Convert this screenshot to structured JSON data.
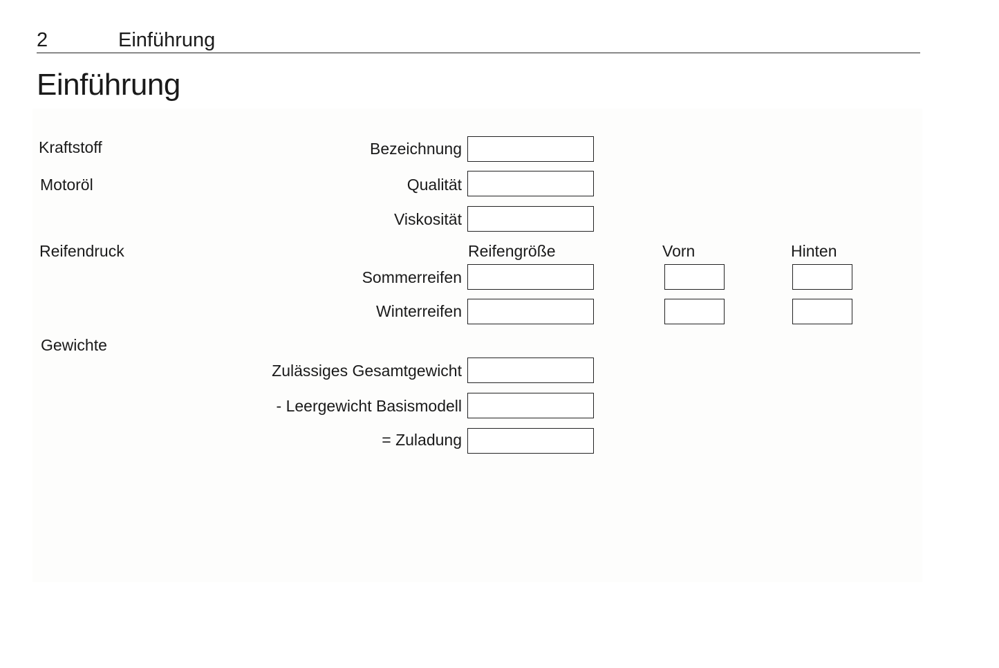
{
  "header": {
    "page_number": "2",
    "section": "Einführung"
  },
  "title": "Einführung",
  "sections": {
    "fuel": "Kraftstoff",
    "oil": "Motoröl",
    "tire": "Reifendruck",
    "weights": "Gewichte"
  },
  "fields": {
    "designation": "Bezeichnung",
    "quality": "Qualität",
    "viscosity": "Viskosität",
    "summer": "Sommerreifen",
    "winter": "Winterreifen",
    "gross": "Zulässiges Gesamtgewicht",
    "empty": "- Leergewicht Basismodell",
    "payload": "= Zuladung"
  },
  "columns": {
    "size": "Reifengröße",
    "front": "Vorn",
    "rear": "Hinten"
  }
}
